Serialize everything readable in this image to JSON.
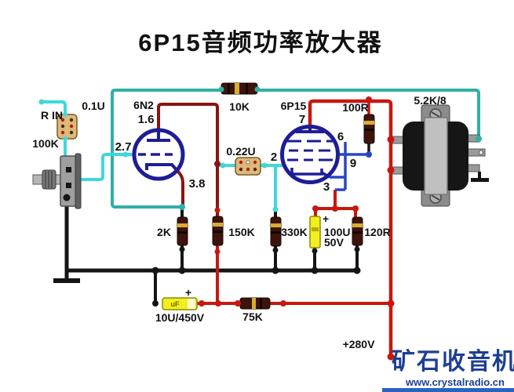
{
  "title": "6P15音频功率放大器",
  "input": {
    "jack_label": "R IN",
    "coupling_cap": "0.1U",
    "volume_pot": "100K"
  },
  "tube1": {
    "name": "6N2",
    "pin_plate": "1.6",
    "pin_grid": "2.7",
    "pin_cathode": "3.8",
    "cathode_resistor": "2K",
    "plate_resistor": "150K"
  },
  "feedback": {
    "resistor": "10K"
  },
  "interstage": {
    "coupling_cap": "0.22U",
    "grid_resistor": "330K"
  },
  "tube2": {
    "name": "6P15",
    "pin7": "7",
    "pin2": "2",
    "pin6": "6",
    "pin9": "9",
    "pin3": "3",
    "screen_resistor": "100R",
    "cathode_cap_plus": "+",
    "cathode_cap_value": "100U",
    "cathode_cap_voltage": "50V",
    "cathode_resistor": "120R"
  },
  "output_transformer": {
    "spec": "5.2K/8"
  },
  "power": {
    "filter_cap_plus": "+",
    "filter_cap_body": "uF",
    "filter_cap": "10U/450V",
    "dropper_resistor": "75K",
    "supply": "+280V"
  },
  "watermark": {
    "name": "矿石收音机",
    "url": "www.crystalradio.cn"
  },
  "colors": {
    "wire_cyan": "#3fd8da",
    "wire_teal": "#2fb0a8",
    "wire_red": "#c8170f",
    "wire_dark_red": "#8a1410",
    "wire_blue": "#2746c4",
    "tube_outline": "#1d1d95",
    "resistor_body": "#3d130c",
    "cap_yellow": "#f2ee1f",
    "cap_tan": "#dcb97c",
    "watermark_blue": "#1d3f92"
  }
}
